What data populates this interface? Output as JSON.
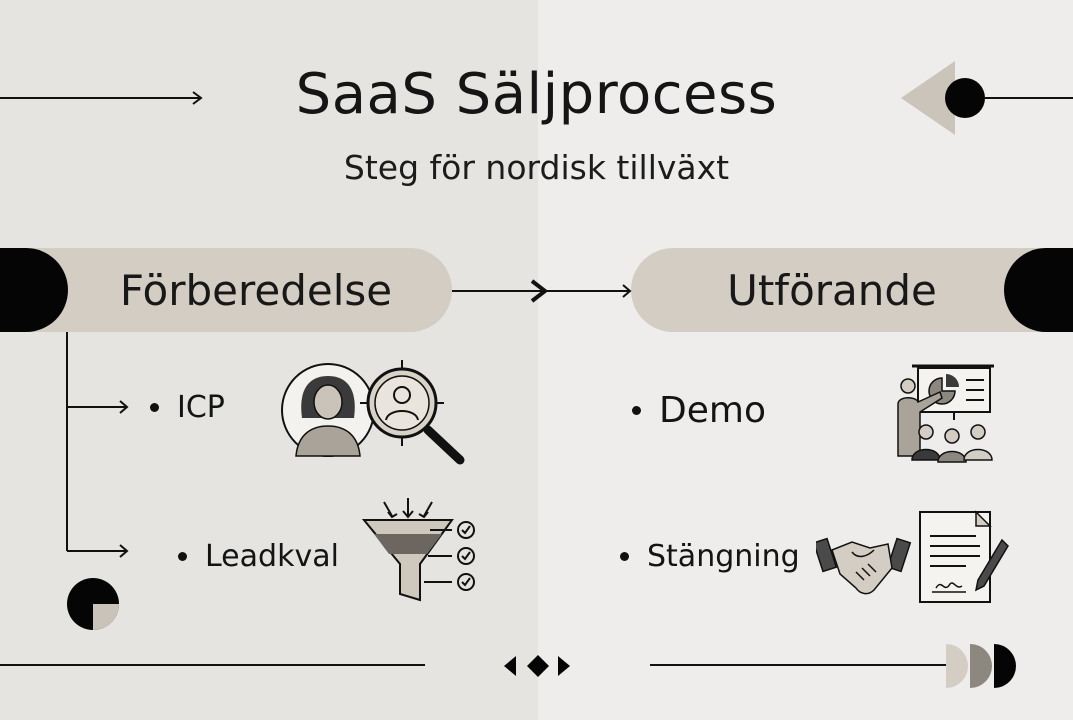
{
  "title": "SaaS Säljprocess",
  "subtitle": "Steg för nordisk tillväxt",
  "phases": [
    {
      "label": "Förberedelse",
      "items": [
        {
          "label": "ICP",
          "icon": "persona-search-icon"
        },
        {
          "label": "Leadkval",
          "icon": "funnel-checklist-icon"
        }
      ]
    },
    {
      "label": "Utförande",
      "items": [
        {
          "label": "Demo",
          "icon": "presentation-audience-icon"
        },
        {
          "label": "Stängning",
          "icon": "handshake-contract-icon"
        }
      ]
    }
  ],
  "colors": {
    "background_left": "#e5e4e1",
    "background_right": "#eeedeb",
    "pill": "#d3cdc3",
    "accent": "#050505"
  }
}
